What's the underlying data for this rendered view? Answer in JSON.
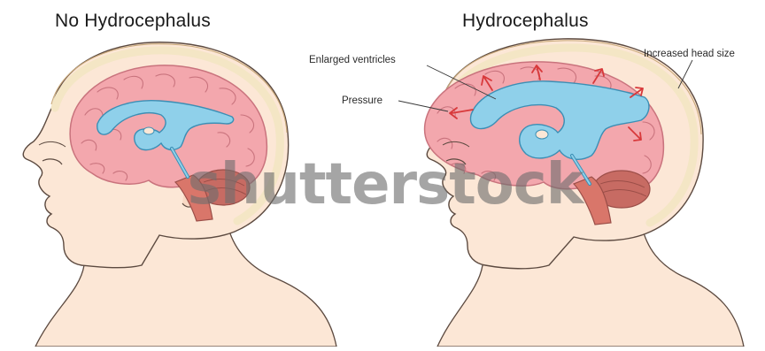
{
  "panels": {
    "left": {
      "title": "No Hydrocephalus"
    },
    "right": {
      "title": "Hydrocephalus",
      "callouts": {
        "enlarged_ventricles": "Enlarged ventricles",
        "pressure": "Pressure",
        "increased_head_size": "Increased head size"
      }
    }
  },
  "watermark": "shutterstock",
  "colors": {
    "skin": "#fce7d6",
    "skin_outline": "#5c4a40",
    "skull_band": "#f4e6c5",
    "brain": "#f3a7ad",
    "brain_outline": "#c9737d",
    "ventricle": "#8fd0ea",
    "ventricle_outline": "#3b8fb5",
    "brainstem": "#d9766a",
    "cerebellum": "#c76b63",
    "pressure_arrow": "#d8393b"
  }
}
